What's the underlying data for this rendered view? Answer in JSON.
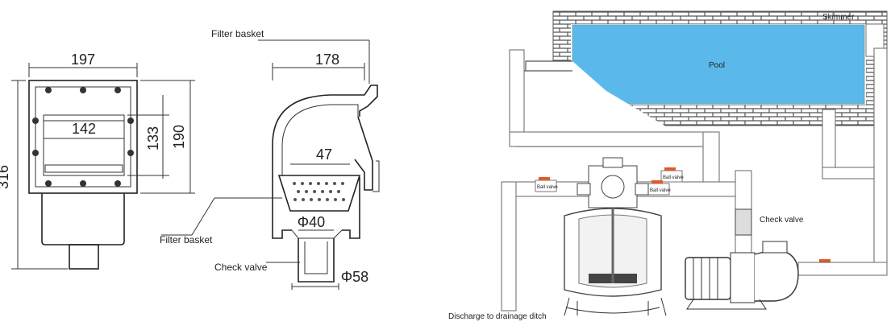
{
  "skimmer_front": {
    "dims": {
      "width_outer": "197",
      "width_inner": "142",
      "height_total": "316",
      "height_inner": "133",
      "height_outer": "190"
    }
  },
  "skimmer_side": {
    "dims": {
      "depth": "178",
      "basket_width": "47",
      "outlet_dia": "Φ40",
      "pipe_dia": "Φ58"
    },
    "labels": {
      "filter_basket_top": "Filter basket",
      "filter_basket_bottom": "Filter basket",
      "check_valve": "Check valve"
    }
  },
  "pool_diagram": {
    "labels": {
      "pool": "Pool",
      "skimmer": "Skimmer",
      "check_valve": "Check valve",
      "discharge": "Discharge to drainage ditch",
      "ball_valve": "Ball valve"
    }
  }
}
